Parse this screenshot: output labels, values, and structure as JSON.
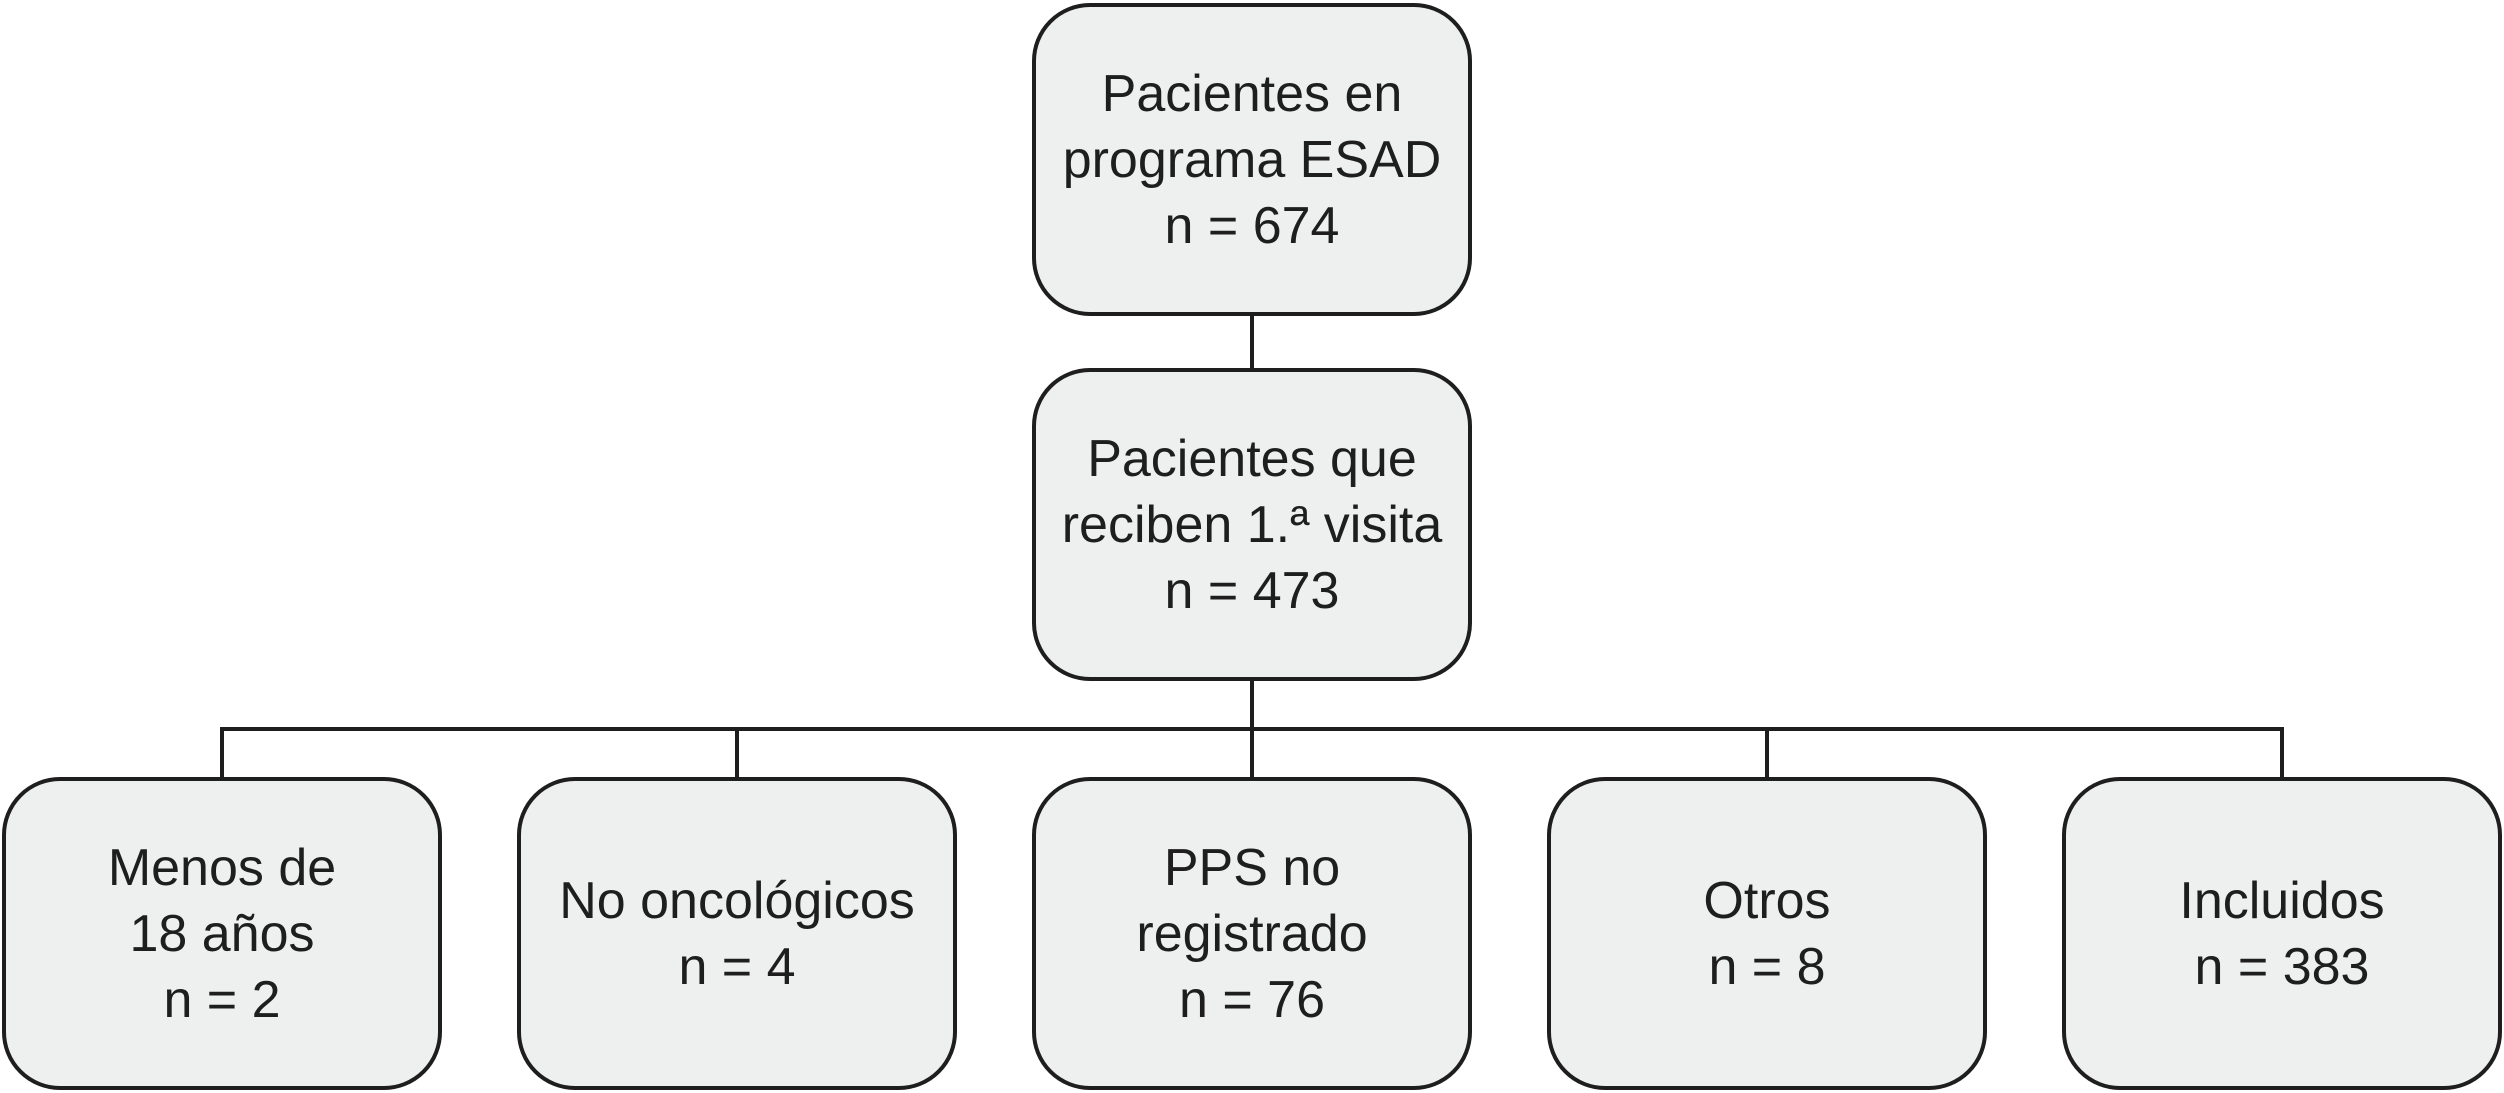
{
  "nodes": {
    "root": {
      "line1": "Pacientes en",
      "line2": "programa ESAD",
      "count": "n = 674"
    },
    "first_visit": {
      "line1": "Pacientes que",
      "line2": "reciben 1.ª visita",
      "count": "n = 473"
    },
    "menos18": {
      "line1": "Menos de",
      "line2": "18 años",
      "count": "n = 2"
    },
    "no_oncologicos": {
      "line1": "No oncológicos",
      "count": "n = 4"
    },
    "pps": {
      "line1": "PPS no",
      "line2": "registrado",
      "count": "n = 76"
    },
    "otros": {
      "line1": "Otros",
      "count": "n = 8"
    },
    "incluidos": {
      "line1": "Incluidos",
      "count": "n = 383"
    }
  },
  "colors": {
    "box_fill": "#eef0ef",
    "stroke": "#1e1e1e",
    "background": "#ffffff"
  }
}
